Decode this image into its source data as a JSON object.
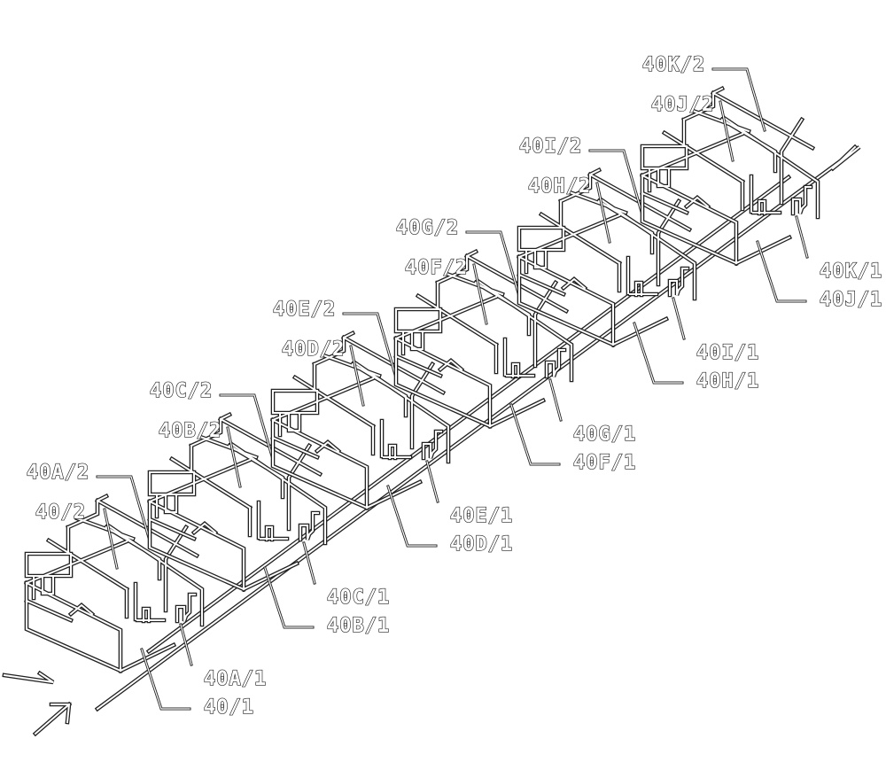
{
  "units": [
    {
      "id": "A",
      "lower": "40A/1",
      "under": "40/1",
      "upper": "40A/2",
      "over": "40/2"
    },
    {
      "id": "B",
      "lower": "40C/1",
      "under": "40B/1",
      "upper": "40C/2",
      "over": "40B/2"
    },
    {
      "id": "C",
      "lower": "40E/1",
      "under": "40D/1",
      "upper": "40E/2",
      "over": "40D/2"
    },
    {
      "id": "D",
      "lower": "40G/1",
      "under": "40F/1",
      "upper": "40G/2",
      "over": "40F/2"
    },
    {
      "id": "E",
      "lower": "40I/1",
      "under": "40H/1",
      "upper": "40I/2",
      "over": "40H/2"
    },
    {
      "id": "F",
      "lower": "40K/1",
      "under": "40J/1",
      "upper": "40K/2",
      "over": "40J/2"
    }
  ],
  "icons": {
    "entrance": "entrance-arrow-icon",
    "street_direction": "street-direction-arrow-icon"
  }
}
